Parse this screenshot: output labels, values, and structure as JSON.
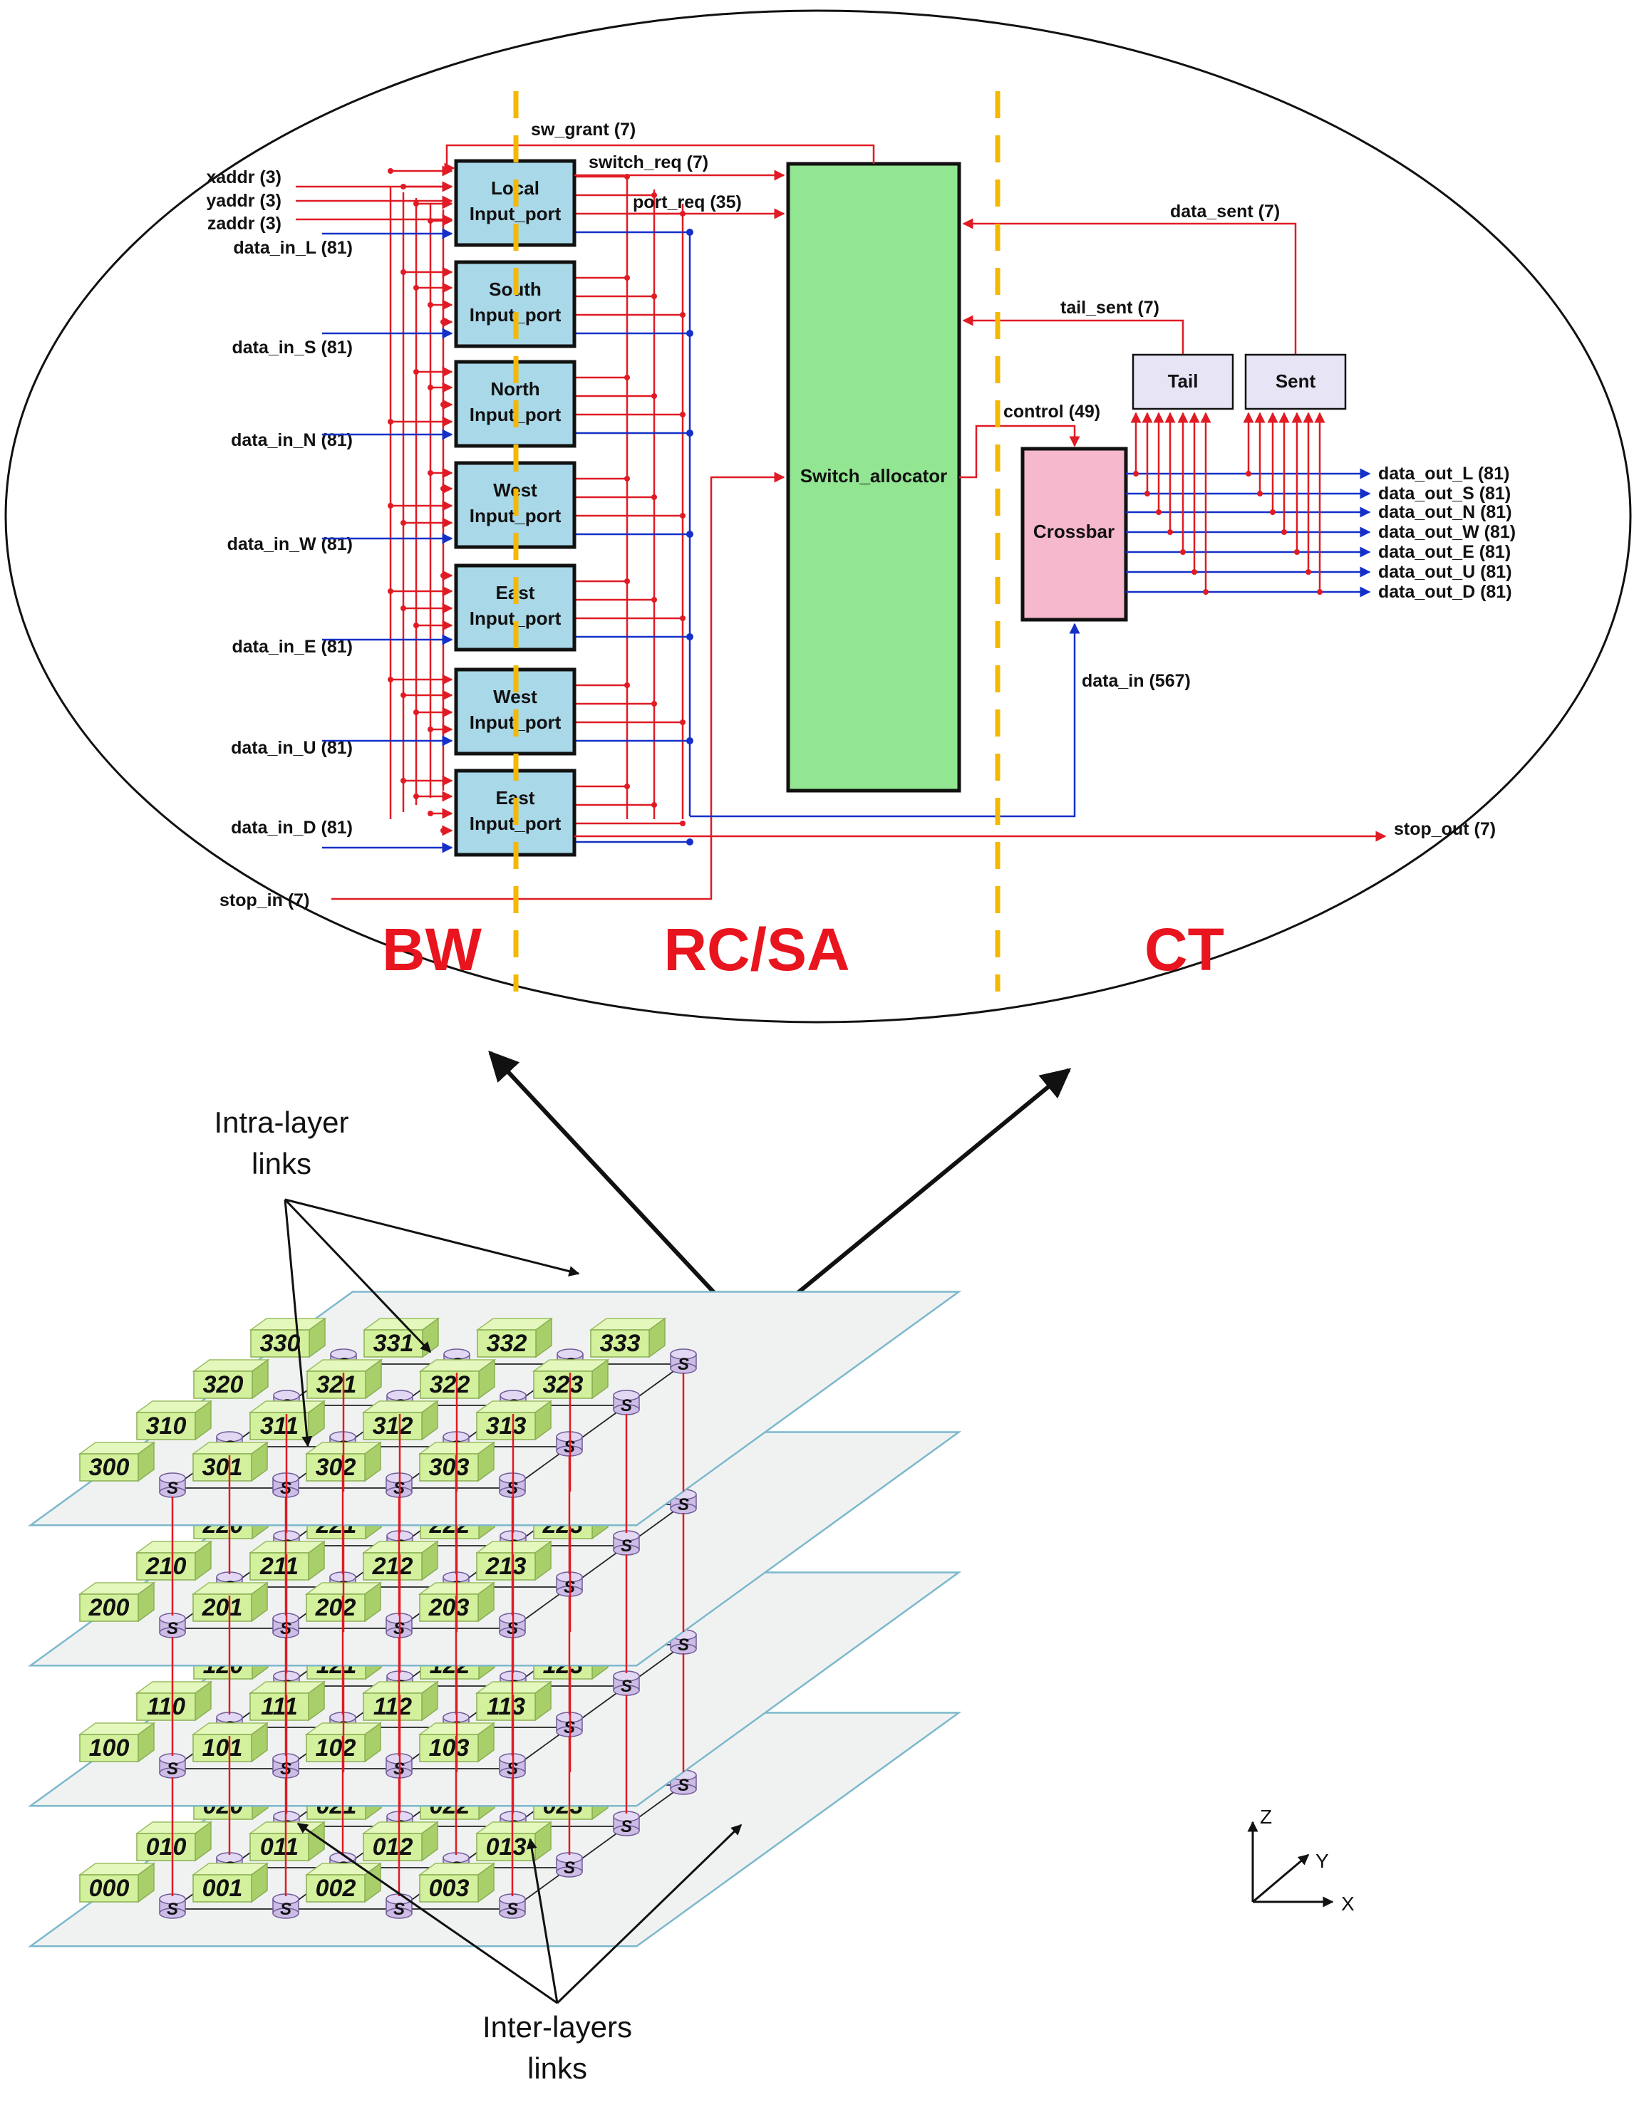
{
  "router": {
    "input_ports": [
      {
        "line1": "Local",
        "line2": "Input_port"
      },
      {
        "line1": "South",
        "line2": "Input_port"
      },
      {
        "line1": "North",
        "line2": "Input_port"
      },
      {
        "line1": "West",
        "line2": "Input_port"
      },
      {
        "line1": "East",
        "line2": "Input_port"
      },
      {
        "line1": "West",
        "line2": "Input_port"
      },
      {
        "line1": "East",
        "line2": "Input_port"
      }
    ],
    "addr_inputs": [
      "xaddr (3)",
      "yaddr (3)",
      "zaddr (3)"
    ],
    "data_inputs": [
      "data_in_L (81)",
      "data_in_S (81)",
      "data_in_N (81)",
      "data_in_W (81)",
      "data_in_E (81)",
      "data_in_U (81)",
      "data_in_D (81)"
    ],
    "stop_in": "stop_in (7)",
    "sw_grant": "sw_grant (7)",
    "switch_req": "switch_req (7)",
    "port_req": "port_req (35)",
    "switch_allocator": "Switch_allocator",
    "data_sent": "data_sent (7)",
    "tail_sent": "tail_sent (7)",
    "control": "control (49)",
    "tail": "Tail",
    "sent": "Sent",
    "crossbar": "Crossbar",
    "data_in_bus": "data_in (567)",
    "data_outputs": [
      "data_out_L (81)",
      "data_out_S (81)",
      "data_out_N (81)",
      "data_out_W (81)",
      "data_out_E (81)",
      "data_out_U (81)",
      "data_out_D (81)"
    ],
    "stop_out": "stop_out (7)",
    "stages": [
      "BW",
      "RC/SA",
      "CT"
    ]
  },
  "mesh": {
    "switch_label": "S",
    "callout_intra": [
      "Intra-layer",
      "links"
    ],
    "callout_inter": [
      "Inter-layers",
      "links"
    ],
    "axes": {
      "z": "Z",
      "y": "Y",
      "x": "X"
    }
  },
  "colors": {
    "input_port_fill": "#a9d8e8",
    "allocator_fill": "#92e591",
    "crossbar_fill": "#f6b8cc",
    "tail_sent_fill": "#e7e4f6",
    "red_wire": "#e01b24",
    "blue_wire": "#1530c8",
    "stage_divider": "#f5b800",
    "plane_fill": "#f0f2f2",
    "plane_edge": "#7db8cc",
    "node_fill": "#d3f19c",
    "switch_fill": "#cdbde6"
  }
}
